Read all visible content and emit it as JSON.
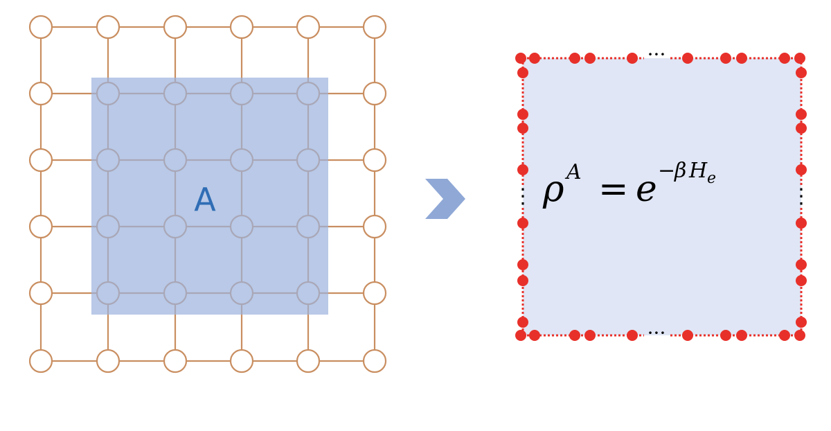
{
  "lattice": {
    "region_label": "A",
    "colors": {
      "bond": "#c98e60",
      "site_stroke": "#c98e60",
      "site_fill": "#ffffff",
      "region_fill": "#9bb2dd",
      "region_opacity": 0.7
    }
  },
  "arrow": {
    "color": "#8fa8d6",
    "icon": "chevron-right-icon"
  },
  "boundary": {
    "colors": {
      "fill": "#e0e6f5",
      "dots": "#e8302a"
    },
    "ellipsis_h": "···",
    "ellipsis_v": "⋮"
  },
  "equation": {
    "rho": "ρ",
    "rho_sup": "A",
    "equals": "=",
    "base": "e",
    "exp_minus": "−",
    "exp_beta": "β",
    "exp_H": "H",
    "exp_sub": "e"
  }
}
